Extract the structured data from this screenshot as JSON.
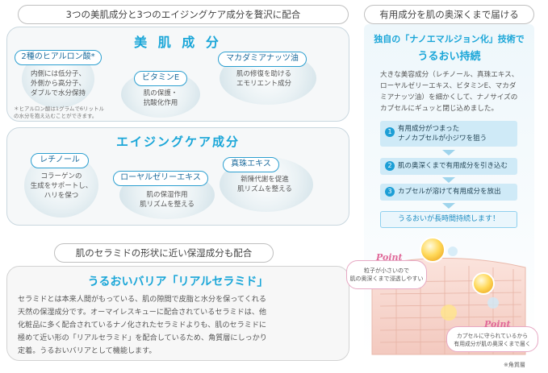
{
  "top_left_title": "3つの美肌成分と3つのエイジングケア成分を贅沢に配合",
  "beauty": {
    "heading": "美 肌 成 分",
    "items": [
      {
        "label": "2種のヒアルロン酸*",
        "text1": "内側には低分子、",
        "text2": "外側から高分子、",
        "text3": "ダブルで水分保持"
      },
      {
        "label": "ビタミンE",
        "text1": "肌の保護・",
        "text2": "抗酸化作用"
      },
      {
        "label": "マカダミアナッツ油",
        "text1": "肌の修復を助ける",
        "text2": "エモリエント成分"
      }
    ],
    "footnote1": "＊ヒアルロン酸は1グラムで6リットル",
    "footnote2": "の水分を抱え込むことができます。"
  },
  "aging": {
    "heading": "エイジングケア成分",
    "items": [
      {
        "label": "レチノール",
        "text1": "コラーゲンの",
        "text2": "生成をサポートし、",
        "text3": "ハリを保つ"
      },
      {
        "label": "ローヤルゼリーエキス",
        "text1": "肌の保湿作用",
        "text2": "肌リズムを整える"
      },
      {
        "label": "真珠エキス",
        "text1": "新陳代謝を促進",
        "text2": "肌リズムを整える"
      }
    ]
  },
  "ceramide": {
    "pill": "肌のセラミドの形状に近い保湿成分も配合",
    "heading": "うるおいバリア「リアルセラミド」",
    "lines": [
      "セラミドとは本来人間がもっている、肌の隙間で皮脂と水分を保ってくれる",
      "天然の保湿成分です。オーマイレスキューに配合されているセラミドは、他",
      "化粧品に多く配合されているナノ化されたセラミドよりも、肌のセラミドに",
      "極めて近い形の「リアルセラミド」を配合しているため、角質層にしっかり",
      "定着。うるおいバリアとして機能します。"
    ]
  },
  "right": {
    "pill": "有用成分を肌の奥深くまで届ける",
    "heading1": "独自の「ナノエマルジョン化」技術で",
    "heading2": "うるおい持続",
    "para": [
      "大きな美容成分（レチノール、真珠エキス、",
      "ローヤルゼリーエキス、ビタミンE、マカダ",
      "ミアナッツ油）を細かくして、ナノサイズの",
      "カプセルにギュッと閉じ込めました。"
    ],
    "steps": [
      {
        "num": "1",
        "line1": "有用成分がつまった",
        "line2": "ナノカプセルが小ジワを狙う"
      },
      {
        "num": "2",
        "line1": "肌の奥深くまで有用成分を引き込む"
      },
      {
        "num": "3",
        "line1": "カプセルが溶けて有用成分を放出"
      }
    ],
    "final": "うるおいが長時間持続します！",
    "point_label": "Point",
    "point1_line1": "粒子が小さいので",
    "point1_line2": "肌の奥深くまで浸透しやすい",
    "point2_line1": "カプセルに守られているから",
    "point2_line2": "有用成分が肌の奥深くまで届く",
    "caption": "※角質層"
  },
  "colors": {
    "accent": "#1aa6d8",
    "pink": "#e06a9a"
  }
}
